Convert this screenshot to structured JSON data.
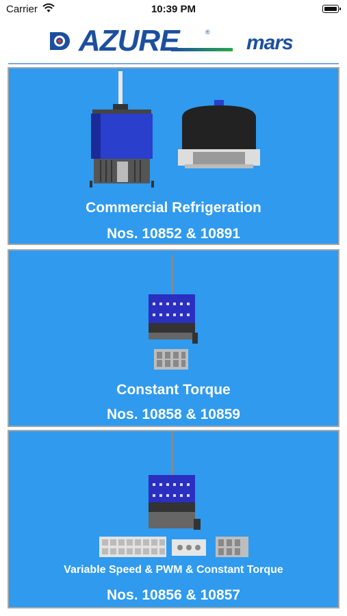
{
  "status_bar": {
    "carrier": "Carrier",
    "time": "10:39 PM"
  },
  "header": {
    "brand_logo": "AZURE",
    "brand_reg": "®",
    "partner_logo": "mars"
  },
  "cards": [
    {
      "title": "Commercial Refrigeration",
      "subtitle": "Nos. 10852 & 10891"
    },
    {
      "title": "Constant Torque",
      "subtitle": "Nos. 10858 & 10859"
    },
    {
      "title": "Variable Speed & PWM & Constant Torque",
      "subtitle": "Nos. 10856 & 10857"
    }
  ],
  "colors": {
    "card_background": "#2f9aee",
    "brand_blue": "#1c4fa0",
    "accent_green": "#2aa84a"
  }
}
